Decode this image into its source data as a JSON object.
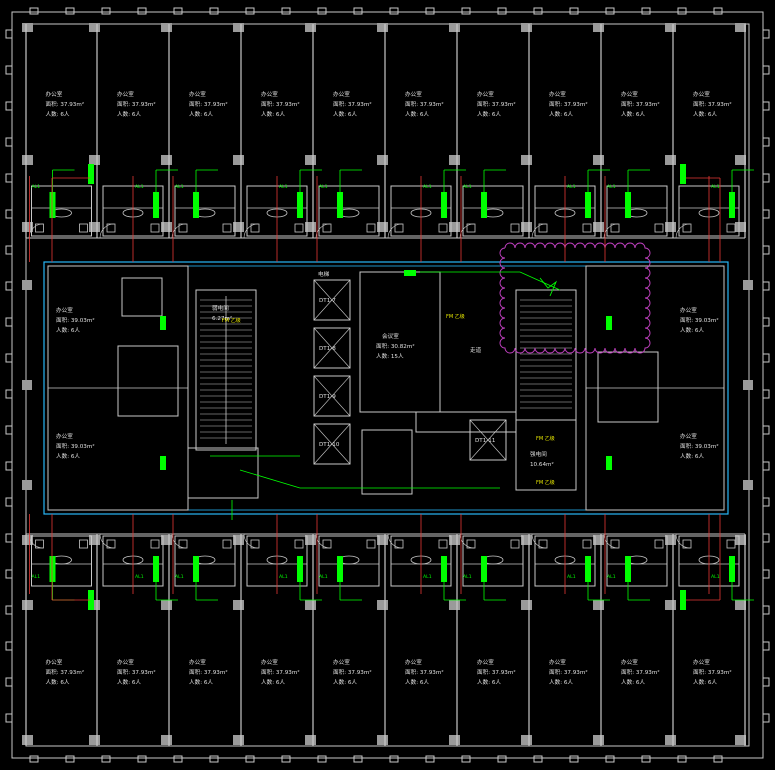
{
  "top_offices": {
    "name": "办公室",
    "area": "面积: 37.93m²",
    "people": "人数: 6人",
    "count": 10
  },
  "bottom_offices": {
    "name": "办公室",
    "area": "面积: 37.93m²",
    "people": "人数: 6人",
    "count": 10
  },
  "side_offices": {
    "name": "办公室",
    "area": "面积: 39.03m²",
    "people": "人数: 6人"
  },
  "meeting_room": {
    "name": "会议室",
    "area": "面积: 30.82m²",
    "people": "人数: 15人"
  },
  "weak_room": {
    "name": "弱电间",
    "area": "6.27m²"
  },
  "strong_room": {
    "name": "强电间",
    "area": "10.64m²"
  },
  "elevators": [
    "DT1-7",
    "DT1-8",
    "DT1-9",
    "DT1-10",
    "DT1-11"
  ],
  "elevator_label": "电梯",
  "corridor_label": "走道",
  "fire_label": "FM 乙级",
  "panel_label": "AL1",
  "colors": {
    "wall": "#c8c8c8",
    "column": "#9a9a9a",
    "corridor": "#29b6f6",
    "cable": "#00ff00",
    "wire": "#e53935",
    "cloud": "#c040c0",
    "text": "#e0e0e0"
  }
}
